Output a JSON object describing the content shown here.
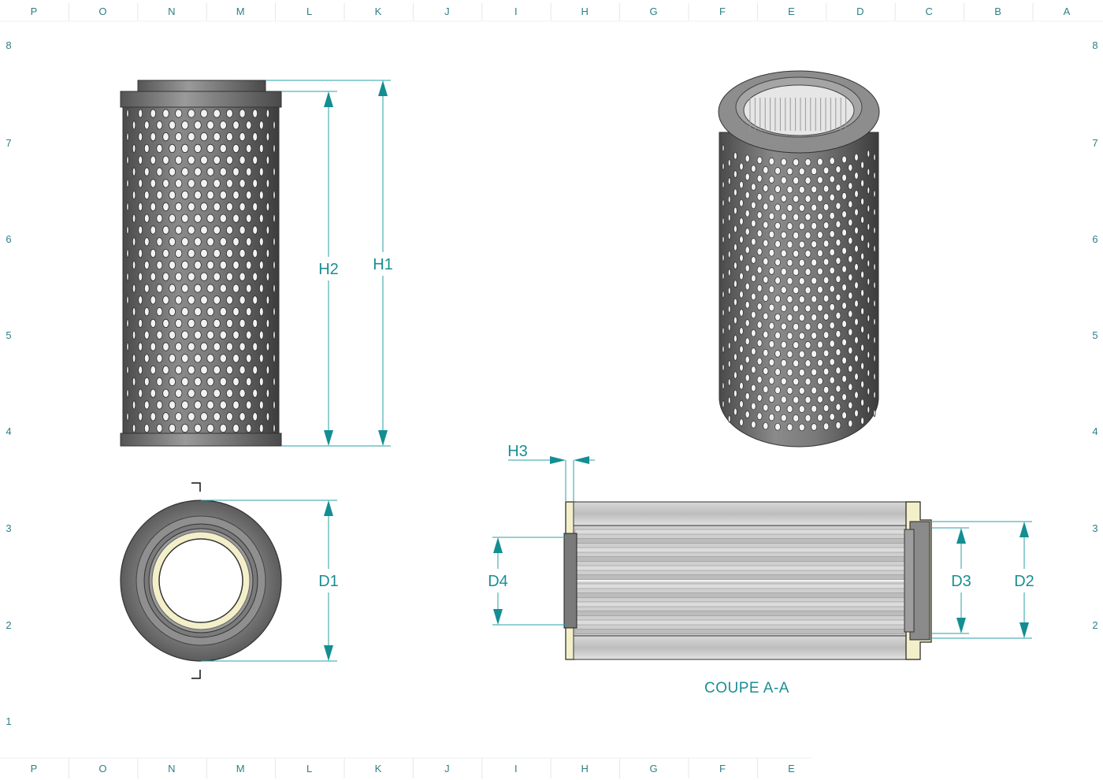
{
  "border": {
    "top_letters": [
      "P",
      "O",
      "N",
      "M",
      "L",
      "K",
      "J",
      "I",
      "H",
      "G",
      "F",
      "E",
      "D",
      "C",
      "B",
      "A"
    ],
    "bottom_letters": [
      "P",
      "O",
      "N",
      "M",
      "L",
      "K",
      "J",
      "I",
      "H",
      "G",
      "F",
      "E"
    ],
    "left_numbers": [
      "8",
      "7",
      "6",
      "5",
      "4",
      "3",
      "2",
      "1"
    ],
    "right_numbers": [
      "8",
      "7",
      "6",
      "5",
      "4",
      "3",
      "2"
    ]
  },
  "labels": {
    "h1": "H1",
    "h2": "H2",
    "h3": "H3",
    "d1": "D1",
    "d2": "D2",
    "d3": "D3",
    "d4": "D4",
    "section_title": "COUPE A-A"
  },
  "colors": {
    "annotation": "#1a8e93",
    "metal": "#6e6e6e",
    "seal": "#f3efc9"
  }
}
